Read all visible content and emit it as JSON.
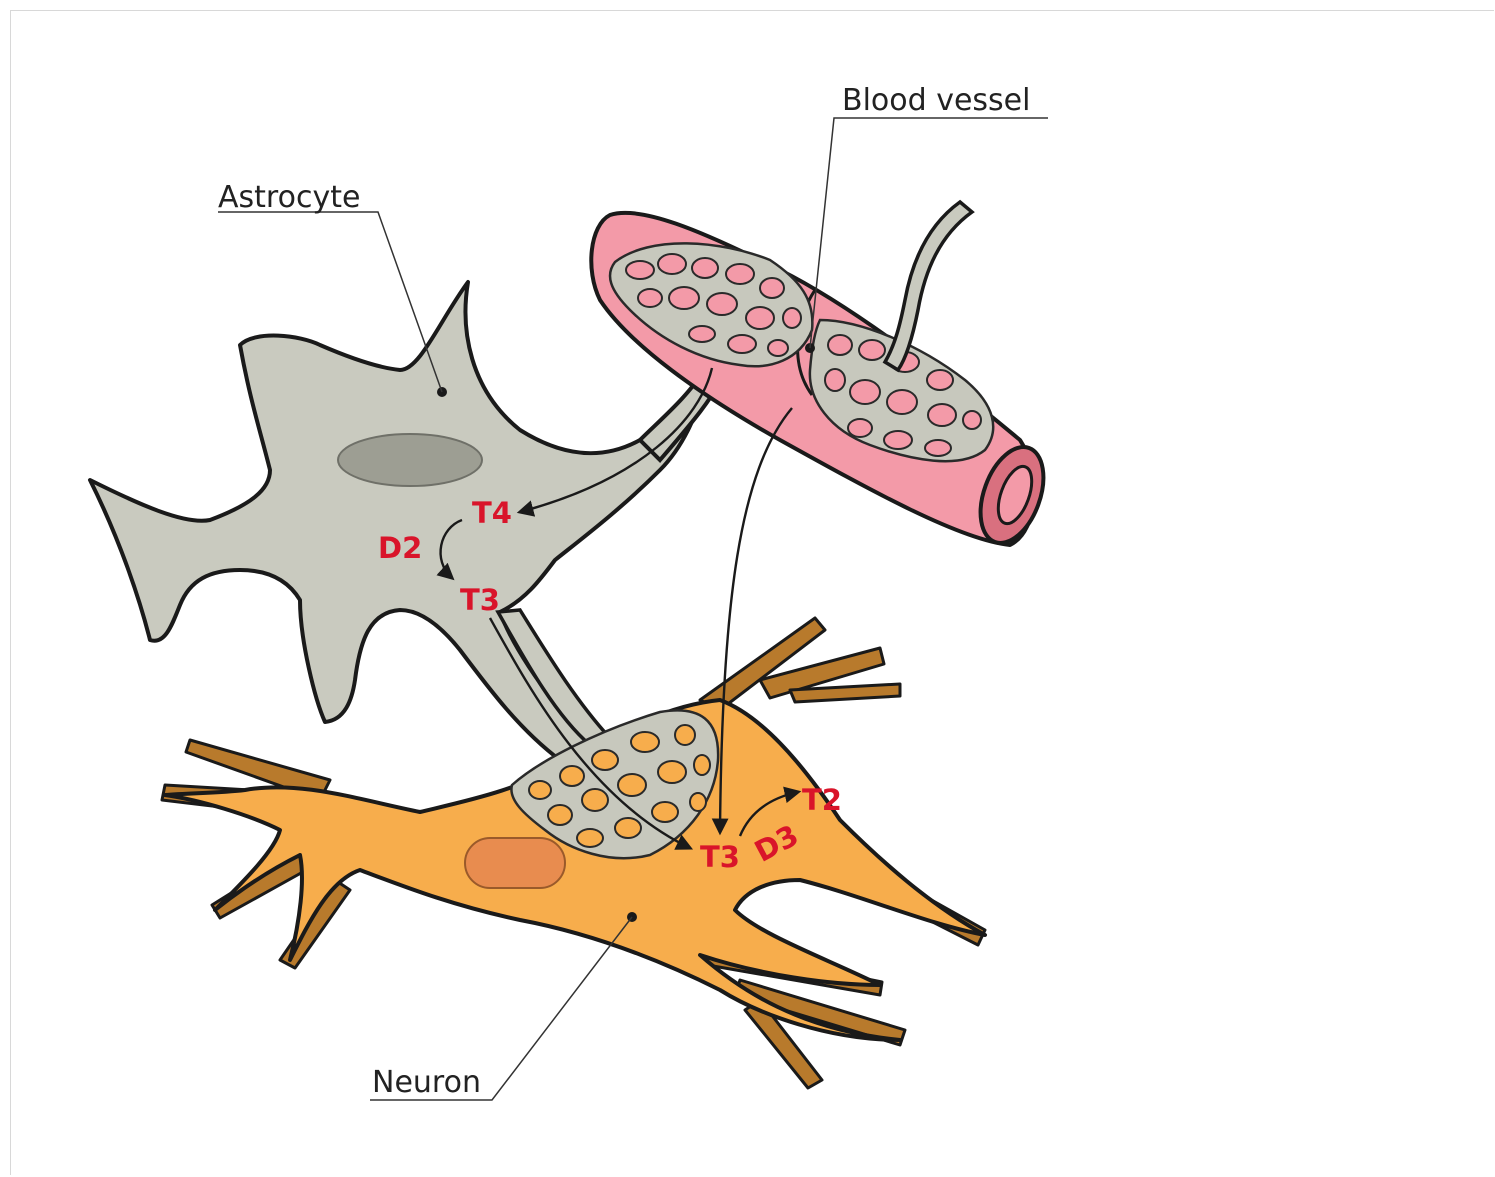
{
  "labels": {
    "astrocyte": "Astrocyte",
    "blood_vessel": "Blood vessel",
    "neuron": "Neuron"
  },
  "molecules": {
    "astro_t4": "T4",
    "astro_d2": "D2",
    "astro_t3": "T3",
    "neuron_t3": "T3",
    "neuron_d3": "D3",
    "neuron_t2": "T2"
  },
  "colors": {
    "astrocyte_fill": "#c9cabf",
    "astrocyte_nucleus": "#9d9e93",
    "vessel_fill": "#f39aa8",
    "vessel_dark": "#d9707f",
    "neuron_fill": "#f7ad4c",
    "dendrite_fill": "#b87a2c",
    "molecule_text": "#d9142a"
  }
}
